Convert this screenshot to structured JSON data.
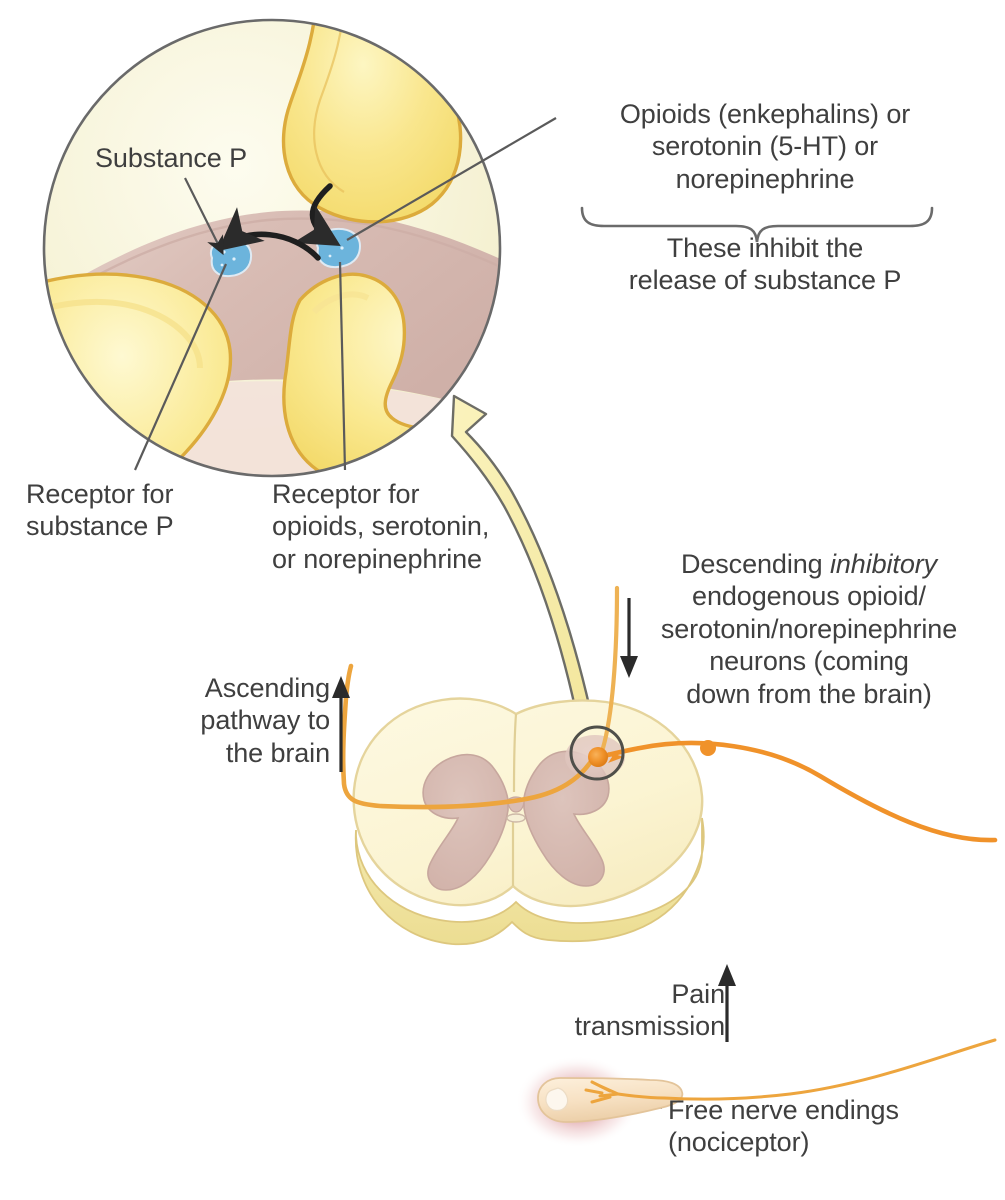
{
  "figure": {
    "title": "Descending inhibitory modulation of pain transmission at the spinal cord dorsal horn",
    "domain": "biomedical-illustration"
  },
  "labels": {
    "opioids": "Opioids (enkephalins) or\nserotonin (5-HT) or\nnorepinephrine",
    "inhibit_note": "These inhibit the\nrelease of substance P",
    "substance_p": "Substance P",
    "receptor_substance_p": "Receptor for\nsubstance P",
    "receptor_opioids": "Receptor for\nopioids, serotonin,\nor norepinephrine",
    "descending_line1": "Descending ",
    "descending_italic": "inhibitory",
    "descending_rest": "\nendogenous opioid/\nserotonin/norepinephrine\nneurons (coming\ndown from the brain)",
    "ascending": "Ascending\npathway to\nthe brain",
    "pain_transmission": "Pain\ntransmission",
    "free_nerve_endings": "Free nerve endings\n(nociceptor)"
  },
  "icons": {
    "magnifier_circle": "magnified-inset-circle",
    "magnify_arrow": "curved-magnification-arrow",
    "brace": "curly-brace-down",
    "arrow_up_ascending": "arrow-up-icon",
    "arrow_down_descending": "arrow-down-icon",
    "arrow_up_pain": "arrow-up-icon",
    "synapse_arrow_release": "curved-arrow-icon",
    "synapse_arrow_inhibit": "curved-arrow-icon",
    "nociceptor": "fingertip-nerve-ending-icon",
    "spinal_cord": "spinal-cord-cross-section-icon"
  },
  "colors": {
    "neuron_yellow": "#f8e282",
    "neuron_yellow_light": "#fdf3b8",
    "neuron_edge": "#d9a93a",
    "receptor_blue": "#6cb4dc",
    "gray_matter_mauve": "#d9bdb5",
    "inset_cream": "#f6f3d6",
    "white_matter_cream": "#fbf4d2",
    "cord_rim": "#f0e49a",
    "nerve_orange": "#f0922a",
    "nerve_orange_light": "#edab4e",
    "outline_gray": "#5f5f5f",
    "text_gray": "#3f3f3f",
    "skin": "#f7e2c6",
    "inflammation_red": "#c4636b",
    "background": "#ffffff"
  },
  "structures": [
    {
      "name": "magnified-synapse-inset",
      "description": "Circular magnified view of a dorsal horn synapse"
    },
    {
      "name": "presynaptic-terminal-primary-afferent",
      "description": "Yellow axon terminal releasing substance P"
    },
    {
      "name": "descending-inhibitory-terminal",
      "description": "Yellow terminal releasing opioids/serotonin/norepinephrine"
    },
    {
      "name": "postsynaptic-neuron",
      "description": "Second-order projection neuron with substance P receptor"
    },
    {
      "name": "spinal-cord-cross-section",
      "description": "Butterfly-shaped gray matter within cream white matter"
    },
    {
      "name": "dorsal-horn-synapse-marker",
      "description": "Small circled synapse in dorsal horn"
    },
    {
      "name": "free-nerve-ending-fingertip",
      "description": "Fingertip nociceptor with inflammation glow"
    }
  ]
}
